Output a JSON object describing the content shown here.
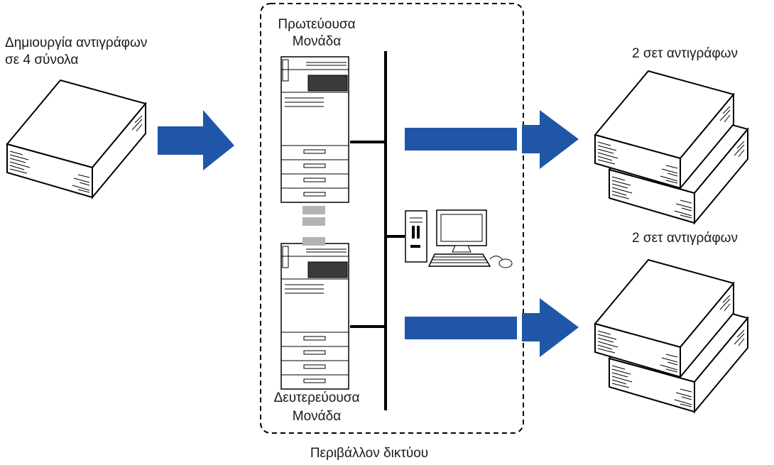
{
  "source": {
    "caption_line1": "Δημιουργία αντιγράφων",
    "caption_line2": "σε 4 σύνολα"
  },
  "network": {
    "primary_line1": "Πρωτεύουσα",
    "primary_line2": "Μονάδα",
    "secondary_line1": "Δευτερεύουσα",
    "secondary_line2": "Μονάδα",
    "environment_label": "Περιβάλλον δικτύου"
  },
  "outputs": [
    {
      "label": "2 σετ αντιγράφων"
    },
    {
      "label": "2 σετ αντιγράφων"
    }
  ],
  "colors": {
    "arrow": "#1f56a8",
    "line": "#000000",
    "link": "#b3b3b3"
  }
}
